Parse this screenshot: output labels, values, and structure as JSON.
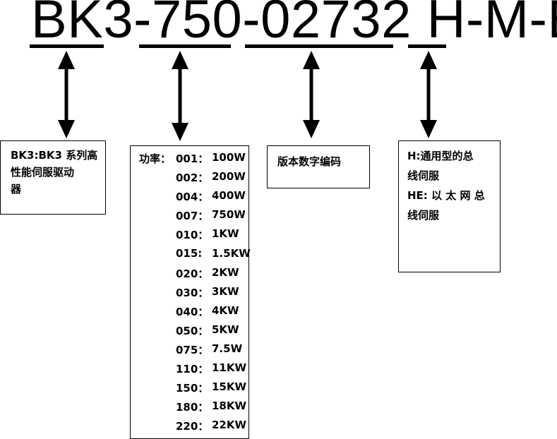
{
  "model": {
    "series": "BK3",
    "sep1": "-",
    "power": "750",
    "sep2": "-",
    "version": "02732",
    "space": " ",
    "bus": "H",
    "rest": "-M-E"
  },
  "boxes": {
    "series": {
      "line1": "BK3:BK3 系列高",
      "line2": "性能伺服驱动",
      "line3": "器"
    },
    "version": {
      "text": "版本数字编码"
    },
    "bus": {
      "line1": "H:通用型的总",
      "line2": "线伺服",
      "line3": "HE: 以 太 网 总",
      "line4": "线伺服"
    }
  },
  "power_table": {
    "label": "功率：",
    "rows": [
      {
        "code": "001：",
        "value": "100W"
      },
      {
        "code": "002：",
        "value": "200W"
      },
      {
        "code": "004：",
        "value": "400W"
      },
      {
        "code": "007：",
        "value": "750W"
      },
      {
        "code": "010：",
        "value": "1KW"
      },
      {
        "code": "015:",
        "value": "1.5KW"
      },
      {
        "code": "020：",
        "value": "2KW"
      },
      {
        "code": "030：",
        "value": "3KW"
      },
      {
        "code": "040：",
        "value": "4KW"
      },
      {
        "code": "050：",
        "value": "5KW"
      },
      {
        "code": "075：",
        "value": "7.5W"
      },
      {
        "code": "110：",
        "value": "11KW"
      },
      {
        "code": "150：",
        "value": "15KW"
      },
      {
        "code": "180：",
        "value": "18KW"
      },
      {
        "code": "220：",
        "value": "22KW"
      }
    ]
  }
}
